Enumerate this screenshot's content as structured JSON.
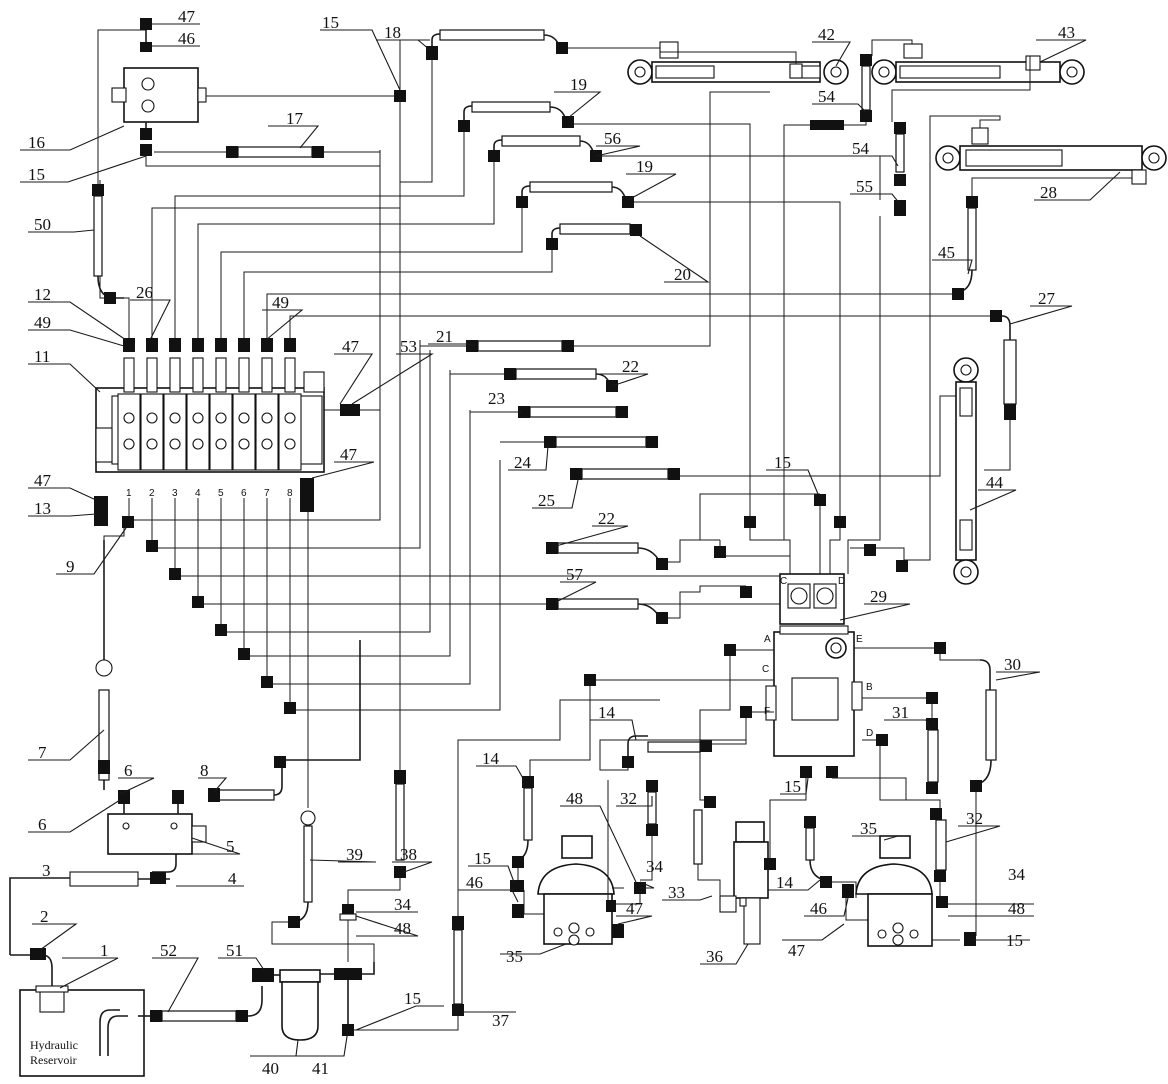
{
  "diagram": {
    "reservoir_label_line1": "Hydraulic",
    "reservoir_label_line2": "Reservoir",
    "valve_section_numbers": [
      "1",
      "2",
      "3",
      "4",
      "5",
      "6",
      "7",
      "8"
    ],
    "port_labels": {
      "A": "A",
      "B": "B",
      "C": "C",
      "D": "D",
      "E": "E",
      "F": "F",
      "top_left": "C",
      "top_right": "D"
    },
    "callouts": [
      {
        "id": "c47a",
        "text": "47"
      },
      {
        "id": "c46a",
        "text": "46"
      },
      {
        "id": "c15a",
        "text": "15"
      },
      {
        "id": "c18",
        "text": "18"
      },
      {
        "id": "c42",
        "text": "42"
      },
      {
        "id": "c43",
        "text": "43"
      },
      {
        "id": "c19a",
        "text": "19"
      },
      {
        "id": "c54a",
        "text": "54"
      },
      {
        "id": "c16",
        "text": "16"
      },
      {
        "id": "c17",
        "text": "17"
      },
      {
        "id": "c56",
        "text": "56"
      },
      {
        "id": "c54b",
        "text": "54"
      },
      {
        "id": "c15b",
        "text": "15"
      },
      {
        "id": "c19b",
        "text": "19"
      },
      {
        "id": "c55",
        "text": "55"
      },
      {
        "id": "c28",
        "text": "28"
      },
      {
        "id": "c50",
        "text": "50"
      },
      {
        "id": "c20",
        "text": "20"
      },
      {
        "id": "c45",
        "text": "45"
      },
      {
        "id": "c12",
        "text": "12"
      },
      {
        "id": "c26",
        "text": "26"
      },
      {
        "id": "c49a",
        "text": "49"
      },
      {
        "id": "c27",
        "text": "27"
      },
      {
        "id": "c49b",
        "text": "49"
      },
      {
        "id": "c11",
        "text": "11"
      },
      {
        "id": "c21",
        "text": "21"
      },
      {
        "id": "c47b",
        "text": "47"
      },
      {
        "id": "c53",
        "text": "53"
      },
      {
        "id": "c22a",
        "text": "22"
      },
      {
        "id": "c23",
        "text": "23"
      },
      {
        "id": "c47c",
        "text": "47"
      },
      {
        "id": "c24",
        "text": "24"
      },
      {
        "id": "c15c",
        "text": "15"
      },
      {
        "id": "c47d",
        "text": "47"
      },
      {
        "id": "c13",
        "text": "13"
      },
      {
        "id": "c25",
        "text": "25"
      },
      {
        "id": "c44",
        "text": "44"
      },
      {
        "id": "c9",
        "text": "9"
      },
      {
        "id": "c22b",
        "text": "22"
      },
      {
        "id": "c57",
        "text": "57"
      },
      {
        "id": "c29",
        "text": "29"
      },
      {
        "id": "c30",
        "text": "30"
      },
      {
        "id": "c7",
        "text": "7"
      },
      {
        "id": "c14a",
        "text": "14"
      },
      {
        "id": "c31",
        "text": "31"
      },
      {
        "id": "c6a",
        "text": "6"
      },
      {
        "id": "c8",
        "text": "8"
      },
      {
        "id": "c14b",
        "text": "14"
      },
      {
        "id": "c48a",
        "text": "48"
      },
      {
        "id": "c32a",
        "text": "32"
      },
      {
        "id": "c15d",
        "text": "15"
      },
      {
        "id": "c6b",
        "text": "6"
      },
      {
        "id": "c32b",
        "text": "32"
      },
      {
        "id": "c5",
        "text": "5"
      },
      {
        "id": "c39",
        "text": "39"
      },
      {
        "id": "c38",
        "text": "38"
      },
      {
        "id": "c15e",
        "text": "15"
      },
      {
        "id": "c34a",
        "text": "34"
      },
      {
        "id": "c35a",
        "text": "35"
      },
      {
        "id": "c3",
        "text": "3"
      },
      {
        "id": "c4",
        "text": "4"
      },
      {
        "id": "c46b",
        "text": "46"
      },
      {
        "id": "c33",
        "text": "33"
      },
      {
        "id": "c14c",
        "text": "14"
      },
      {
        "id": "c34b",
        "text": "34"
      },
      {
        "id": "c47e",
        "text": "47"
      },
      {
        "id": "c48b",
        "text": "48"
      },
      {
        "id": "c34c",
        "text": "34"
      },
      {
        "id": "c2",
        "text": "2"
      },
      {
        "id": "c48c",
        "text": "48"
      },
      {
        "id": "c46c",
        "text": "46"
      },
      {
        "id": "c1",
        "text": "1"
      },
      {
        "id": "c52",
        "text": "52"
      },
      {
        "id": "c51",
        "text": "51"
      },
      {
        "id": "c35b",
        "text": "35"
      },
      {
        "id": "c36",
        "text": "36"
      },
      {
        "id": "c47f",
        "text": "47"
      },
      {
        "id": "c15f",
        "text": "15"
      },
      {
        "id": "c15g",
        "text": "15"
      },
      {
        "id": "c37",
        "text": "37"
      },
      {
        "id": "c40",
        "text": "40"
      },
      {
        "id": "c41",
        "text": "41"
      }
    ]
  }
}
